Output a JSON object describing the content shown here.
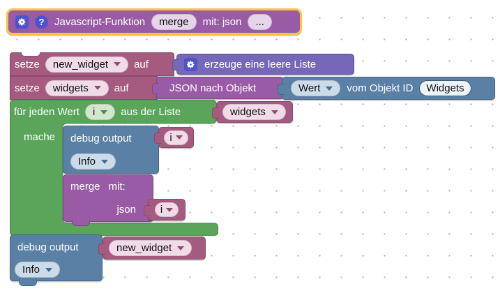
{
  "workspace": {
    "background_color": "#ffffff",
    "grid_dot_color": "#b3b3b3"
  },
  "colors": {
    "function_purple": "#995ba5",
    "variables_rose": "#a55b80",
    "lists_violet": "#7767b9",
    "io_blue": "#5b80a5",
    "loops_green": "#5ba55b",
    "icon_badge_blue": "#4b54cd",
    "selection_border_gold": "#fcc43d"
  },
  "icons": {
    "gear": "gear-icon",
    "help": "help-icon",
    "dropdown": "chevron-down-icon",
    "help_glyph": "?"
  },
  "blocks": {
    "function_def": {
      "title": "Javascript-Funktion",
      "name_value": "merge",
      "with_label": "mit: json",
      "params_value": "..."
    },
    "set_new_widget": {
      "set_label": "setze",
      "variable": "new_widget",
      "to_label": "auf"
    },
    "create_list": {
      "label": "erzeuge eine leere Liste"
    },
    "set_widgets": {
      "set_label": "setze",
      "variable": "widgets",
      "to_label": "auf"
    },
    "json_to_object": {
      "label": "JSON nach Objekt"
    },
    "get_value": {
      "attribute": "Wert",
      "label": "vom Objekt ID",
      "object_id": "Widgets"
    },
    "foreach": {
      "label_start": "für jeden Wert",
      "variable": "i",
      "label_list": "aus der Liste",
      "do_label": "mache"
    },
    "getter_widgets": {
      "variable": "widgets"
    },
    "debug_loop": {
      "label": "debug output",
      "level": "Info"
    },
    "getter_i_1": {
      "variable": "i"
    },
    "merge_call": {
      "name": "merge",
      "with_label": "mit:",
      "param_label": "json"
    },
    "getter_i_2": {
      "variable": "i"
    },
    "debug_final": {
      "label": "debug output",
      "level": "Info"
    },
    "getter_new_widget": {
      "variable": "new_widget"
    }
  }
}
